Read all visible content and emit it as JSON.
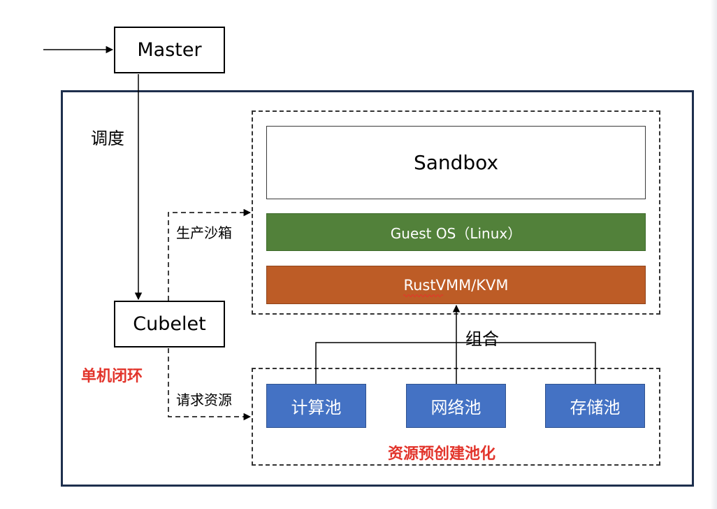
{
  "nodes": {
    "master": "Master",
    "cubelet": "Cubelet",
    "sandbox": "Sandbox",
    "guest_os": "Guest OS（Linux）",
    "hypervisor": "RustVMM/KVM"
  },
  "pools": [
    "计算池",
    "网络池",
    "存储池"
  ],
  "labels": {
    "schedule": "调度",
    "produce_sandbox": "生产沙箱",
    "request_resource": "请求资源",
    "combine": "组合",
    "single_machine_loop": "单机闭环",
    "pool_caption": "资源预创建池化"
  },
  "colors": {
    "frame": "#1e2f4d",
    "guest_os_fill": "#52813a",
    "hypervisor_fill": "#bd5c26",
    "pool_fill": "#4472c4",
    "highlight_text": "#e2342b"
  }
}
